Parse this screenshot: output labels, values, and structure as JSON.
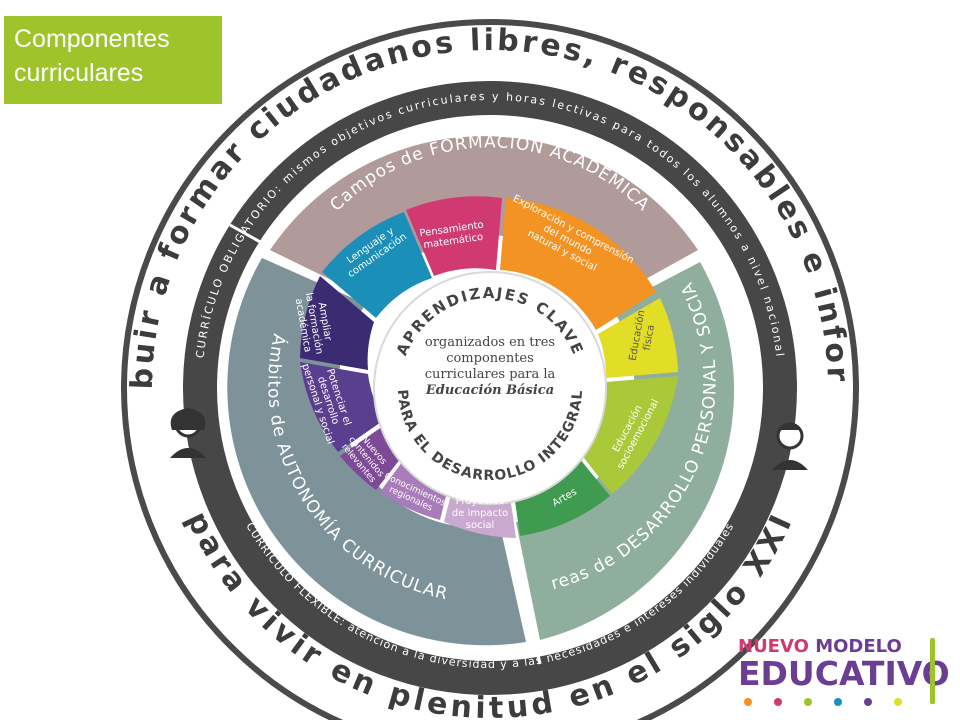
{
  "title": {
    "line1": "Componentes",
    "line2": "curriculares"
  },
  "outer_ring": {
    "top": "Contribuir a formar ciudadanos libres, responsables e informados",
    "bottom": "para vivir en plenitud en el siglo XXI"
  },
  "band": {
    "obligatorio": "CURRÍCULO OBLIGATORIO: mismos objetivos curriculares y horas lectivas para todos los alumnos a nivel nacional",
    "flexible": "CURRÍCULO FLEXIBLE: atención a la diversidad y a las necesidades e intereses individuales"
  },
  "sectors": {
    "academica": "Campos de FORMACIÓN ACADÉMICA",
    "personal": "Áreas de DESARROLLO PERSONAL Y SOCIAL",
    "autonomia": "Ámbitos de AUTONOMÍA CURRICULAR"
  },
  "segments": {
    "lenguaje": [
      "Lenguaje y",
      "comunicación"
    ],
    "pensamiento": [
      "Pensamiento",
      "matemático"
    ],
    "exploracion": [
      "Exploración y comprensión",
      "del mundo",
      "natural y social"
    ],
    "educacion_fisica": [
      "Educación",
      "física"
    ],
    "socioemocional": [
      "Educación",
      "socioemocional"
    ],
    "artes": [
      "Artes"
    ],
    "ampliar": [
      "Ampliar",
      "la formación",
      "académica"
    ],
    "potenciar": [
      "Potenciar el",
      "desarrollo",
      "personal y social"
    ],
    "nuevos": [
      "Nuevos",
      "contenidos",
      "relevantes"
    ],
    "conocimientos": [
      "Conocimientos",
      "regionales"
    ],
    "proyectos": [
      "Proyectos",
      "de impacto",
      "social"
    ]
  },
  "center": {
    "top": "APRENDIZAJES CLAVE",
    "bottom": "PARA EL DESARROLLO INTEGRAL",
    "lines": [
      "organizados en tres",
      "componentes",
      "curriculares para la"
    ],
    "italic": "Educación Básica"
  },
  "icons": [
    "female-student-icon",
    "male-student-icon"
  ],
  "logo": {
    "word1": "NUEVO",
    "word2": "MODELO",
    "word3": "EDUCATIVO"
  },
  "colors": {
    "title_bg": "#9dc52b",
    "academica": "#b09a9a",
    "personal": "#8fae9e",
    "autonomia": "#7d9299",
    "lenguaje": "#1b8fb7",
    "pensamiento": "#d03a70",
    "exploracion": "#f39323",
    "educacion_fisica": "#e2de28",
    "socioemocional": "#a9c93a",
    "artes": "#3e9b50",
    "ampliar": "#3a2b72",
    "potenciar": "#5b3f8f",
    "nuevos": "#7d4a98",
    "conocimientos": "#a77cb8",
    "proyectos": "#c9a9cf"
  }
}
